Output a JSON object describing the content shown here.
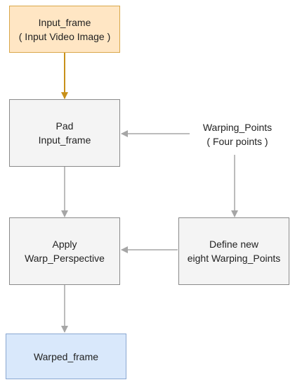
{
  "nodes": {
    "input_frame": {
      "line1": "Input_frame",
      "line2": "( Input Video Image )"
    },
    "pad": {
      "line1": "Pad",
      "line2": "Input_frame"
    },
    "warping_points": {
      "line1": "Warping_Points",
      "line2": "( Four points )"
    },
    "apply": {
      "line1": "Apply",
      "line2": "Warp_Perspective"
    },
    "define": {
      "line1": "Define new",
      "line2": "eight Warping_Points"
    },
    "warped_frame": {
      "line1": "Warped_frame"
    }
  },
  "colors": {
    "gray_arrow": "#a6a6a6",
    "orange_arrow": "#c8901a",
    "input_fill": "#ffe6c4",
    "output_fill": "#d9e8fb",
    "process_fill": "#f4f4f4"
  }
}
